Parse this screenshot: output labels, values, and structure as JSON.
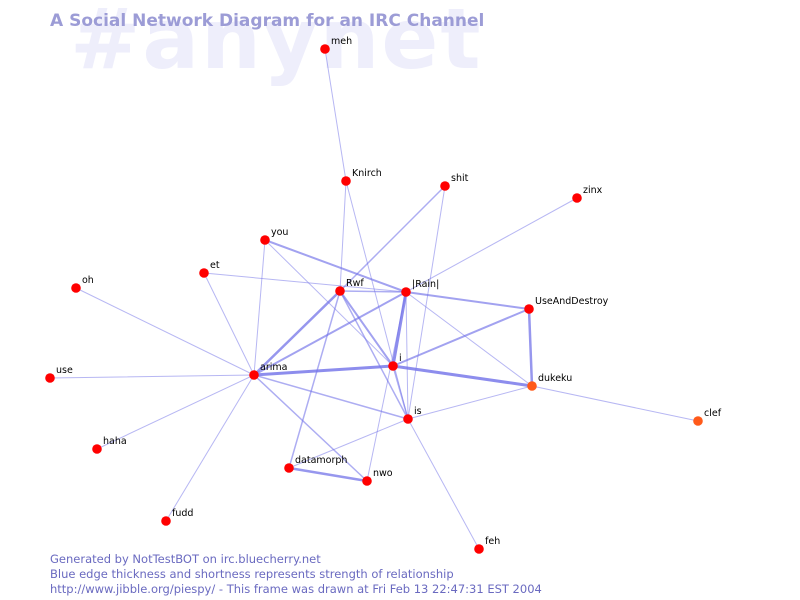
{
  "watermark": "#anynet",
  "title": "A Social Network Diagram for an IRC Channel",
  "colors": {
    "background": "#ffffff",
    "edge": "#7070e8",
    "node_default": "#ff0000",
    "node_warm": "#ff5a1a",
    "title": "#9c9cd6",
    "watermark": "#eeeefb",
    "footer": "#6a6ac0"
  },
  "graph": {
    "nodes": [
      {
        "id": "meh",
        "label": "meh"
      },
      {
        "id": "knirch",
        "label": "Knirch"
      },
      {
        "id": "shit",
        "label": "shit"
      },
      {
        "id": "zinx",
        "label": "zinx"
      },
      {
        "id": "you",
        "label": "you"
      },
      {
        "id": "et",
        "label": "et"
      },
      {
        "id": "oh",
        "label": "oh"
      },
      {
        "id": "rwf",
        "label": "Rwf"
      },
      {
        "id": "rain",
        "label": "|Rain|"
      },
      {
        "id": "useanddestroy",
        "label": "UseAndDestroy"
      },
      {
        "id": "i",
        "label": "i"
      },
      {
        "id": "use",
        "label": "use"
      },
      {
        "id": "arima",
        "label": "arima"
      },
      {
        "id": "dukeku",
        "label": "dukeku"
      },
      {
        "id": "is",
        "label": "is"
      },
      {
        "id": "clef",
        "label": "clef"
      },
      {
        "id": "haha",
        "label": "haha"
      },
      {
        "id": "datamorph",
        "label": "datamorph"
      },
      {
        "id": "nwo",
        "label": "nwo"
      },
      {
        "id": "fudd",
        "label": "fudd"
      },
      {
        "id": "feh",
        "label": "feh"
      }
    ],
    "edges": [
      {
        "from": "meh",
        "to": "knirch",
        "weight": 1
      },
      {
        "from": "knirch",
        "to": "rwf",
        "weight": 1
      },
      {
        "from": "knirch",
        "to": "is",
        "weight": 1
      },
      {
        "from": "shit",
        "to": "rwf",
        "weight": 1.5
      },
      {
        "from": "shit",
        "to": "is",
        "weight": 1
      },
      {
        "from": "zinx",
        "to": "rain",
        "weight": 1
      },
      {
        "from": "you",
        "to": "rain",
        "weight": 2
      },
      {
        "from": "you",
        "to": "arima",
        "weight": 1
      },
      {
        "from": "you",
        "to": "i",
        "weight": 1
      },
      {
        "from": "et",
        "to": "rain",
        "weight": 1
      },
      {
        "from": "et",
        "to": "arima",
        "weight": 1
      },
      {
        "from": "oh",
        "to": "arima",
        "weight": 1
      },
      {
        "from": "use",
        "to": "arima",
        "weight": 1
      },
      {
        "from": "haha",
        "to": "arima",
        "weight": 1
      },
      {
        "from": "fudd",
        "to": "arima",
        "weight": 1
      },
      {
        "from": "rwf",
        "to": "arima",
        "weight": 2.5
      },
      {
        "from": "rwf",
        "to": "rain",
        "weight": 1.5
      },
      {
        "from": "rwf",
        "to": "i",
        "weight": 2
      },
      {
        "from": "rwf",
        "to": "is",
        "weight": 1.5
      },
      {
        "from": "rwf",
        "to": "datamorph",
        "weight": 1.5
      },
      {
        "from": "rain",
        "to": "arima",
        "weight": 2
      },
      {
        "from": "rain",
        "to": "i",
        "weight": 3
      },
      {
        "from": "rain",
        "to": "useanddestroy",
        "weight": 2
      },
      {
        "from": "rain",
        "to": "dukeku",
        "weight": 1
      },
      {
        "from": "rain",
        "to": "is",
        "weight": 1
      },
      {
        "from": "rain",
        "to": "nwo",
        "weight": 1
      },
      {
        "from": "useanddestroy",
        "to": "i",
        "weight": 2
      },
      {
        "from": "useanddestroy",
        "to": "dukeku",
        "weight": 2.5
      },
      {
        "from": "i",
        "to": "arima",
        "weight": 3
      },
      {
        "from": "i",
        "to": "dukeku",
        "weight": 3
      },
      {
        "from": "i",
        "to": "is",
        "weight": 1.5
      },
      {
        "from": "arima",
        "to": "is",
        "weight": 1.5
      },
      {
        "from": "arima",
        "to": "nwo",
        "weight": 1.5
      },
      {
        "from": "dukeku",
        "to": "is",
        "weight": 1
      },
      {
        "from": "dukeku",
        "to": "clef",
        "weight": 1
      },
      {
        "from": "is",
        "to": "datamorph",
        "weight": 1
      },
      {
        "from": "is",
        "to": "feh",
        "weight": 1
      },
      {
        "from": "datamorph",
        "to": "nwo",
        "weight": 2.5
      }
    ]
  },
  "footer": {
    "line1": "Generated by NotTestBOT on irc.bluecherry.net",
    "line2": "Blue edge thickness and shortness represents strength of relationship",
    "line3": "http://www.jibble.org/piespy/ - This frame was drawn at Fri Feb 13 22:47:31 EST 2004"
  }
}
